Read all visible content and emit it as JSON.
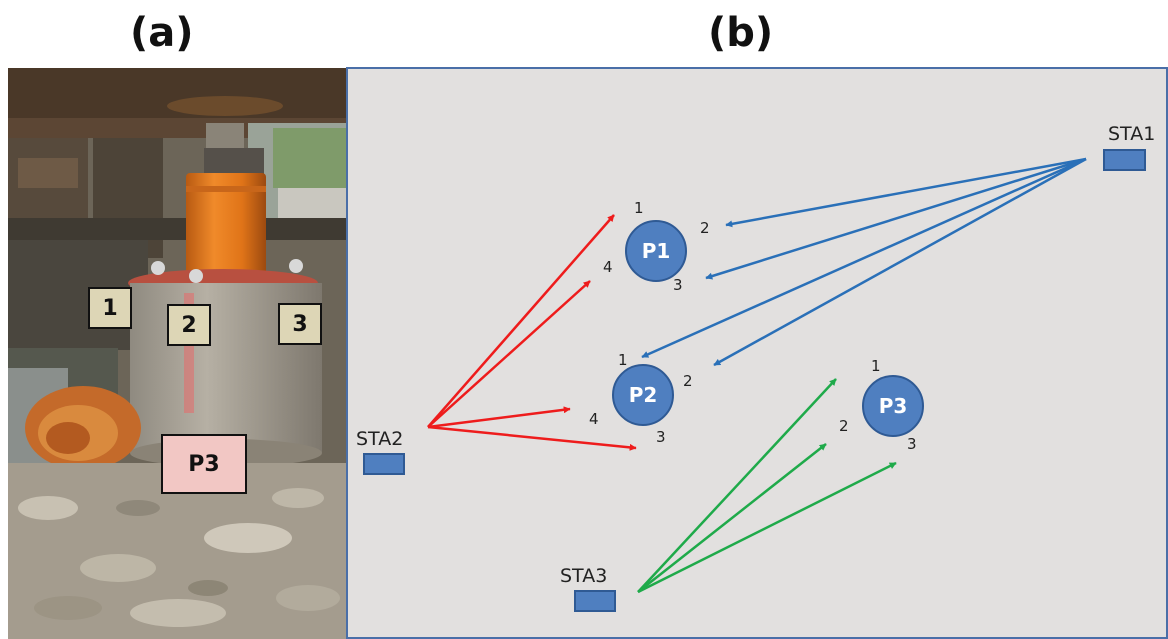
{
  "panels": {
    "a_label": "(a)",
    "b_label": "(b)"
  },
  "photo": {
    "labels": [
      "1",
      "2",
      "3"
    ],
    "pile_label": "P3",
    "colors": {
      "number_tag": "#ddd6b6",
      "pile_tag": "#f2c7c4"
    }
  },
  "diagram": {
    "background": "#e2e0df",
    "border_color": "#4a6fa8",
    "station_color": "#4f7fc0",
    "stations": [
      {
        "id": "sta1",
        "label": "STA1"
      },
      {
        "id": "sta2",
        "label": "STA2"
      },
      {
        "id": "sta3",
        "label": "STA3"
      }
    ],
    "piles": [
      {
        "id": "p1",
        "label": "P1",
        "points": [
          "1",
          "2",
          "3",
          "4"
        ]
      },
      {
        "id": "p2",
        "label": "P2",
        "points": [
          "1",
          "2",
          "3",
          "4"
        ]
      },
      {
        "id": "p3",
        "label": "P3",
        "points": [
          "1",
          "2",
          "3"
        ]
      }
    ],
    "arrow_colors": {
      "sta1": "#2a70b8",
      "sta2": "#ee1c1c",
      "sta3": "#1faa4a"
    }
  }
}
